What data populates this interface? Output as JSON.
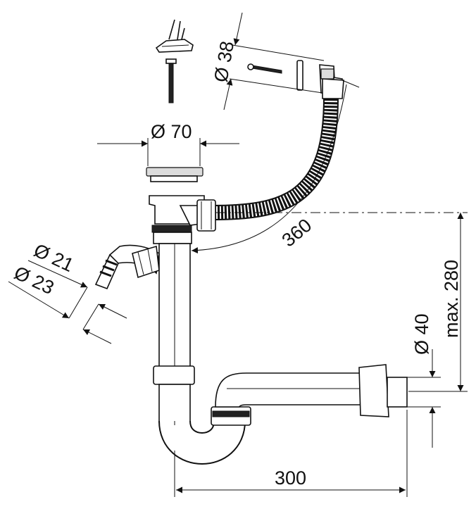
{
  "dimensions": {
    "d38": "Ø 38",
    "d70": "Ø 70",
    "d21": "Ø 21",
    "d23": "Ø 23",
    "d40": "Ø 40",
    "len360": "360",
    "max280": "max. 280",
    "len300": "300"
  }
}
